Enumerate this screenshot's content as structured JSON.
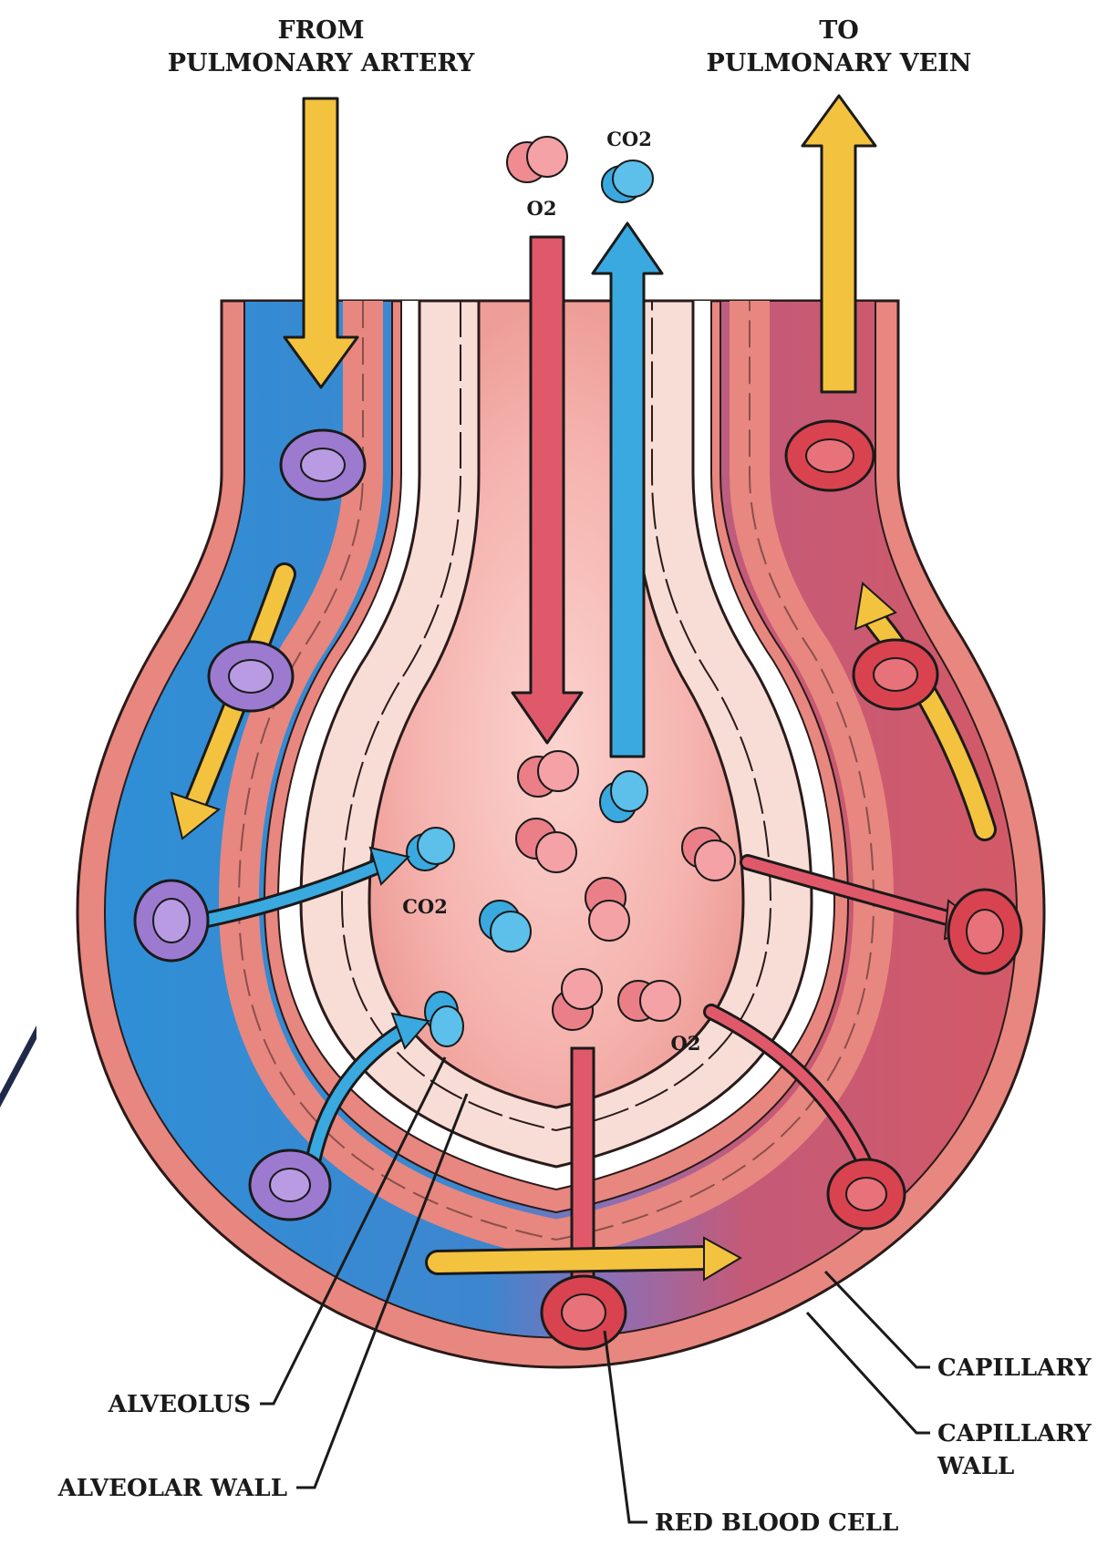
{
  "labels": {
    "from_line1": "FROM",
    "from_line2": "PULMONARY ARTERY",
    "to_line1": "TO",
    "to_line2": "PULMONARY VEIN",
    "co2_top": "CO2",
    "o2_top": "O2",
    "co2_mid": "CO2",
    "o2_mid": "O2",
    "capillary": "CAPILLARY",
    "capillary_wall_line1": "CAPILLARY",
    "capillary_wall_line2": "WALL",
    "alveolus": "ALVEOLUS",
    "alveolar_wall": "ALVEOLAR WALL",
    "red_blood_cell": "RED BLOOD CELL"
  },
  "colors": {
    "artery_blue": "#2f8fd6",
    "vein_red": "#c9566a",
    "wall_pink": "#e8877f",
    "alveolus_pink": "#f2a6a4",
    "flow_yellow": "#f3c23f",
    "oxygen_red": "#e0596a",
    "co2_blue": "#3aa9e0",
    "rbc_purple": "#9c7ad0",
    "rbc_red": "#d8434f"
  }
}
